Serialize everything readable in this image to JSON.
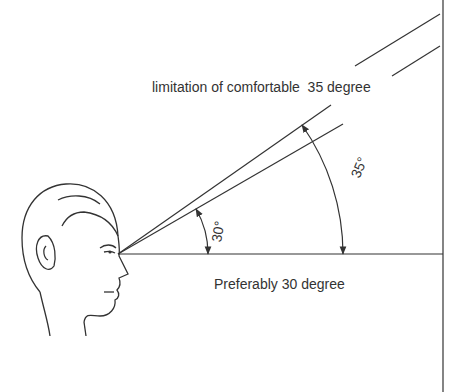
{
  "diagram": {
    "labels": [
      "limitation of comfortable  35 degree",
      "30°",
      "35°",
      "Preferably 30 degree"
    ]
  }
}
